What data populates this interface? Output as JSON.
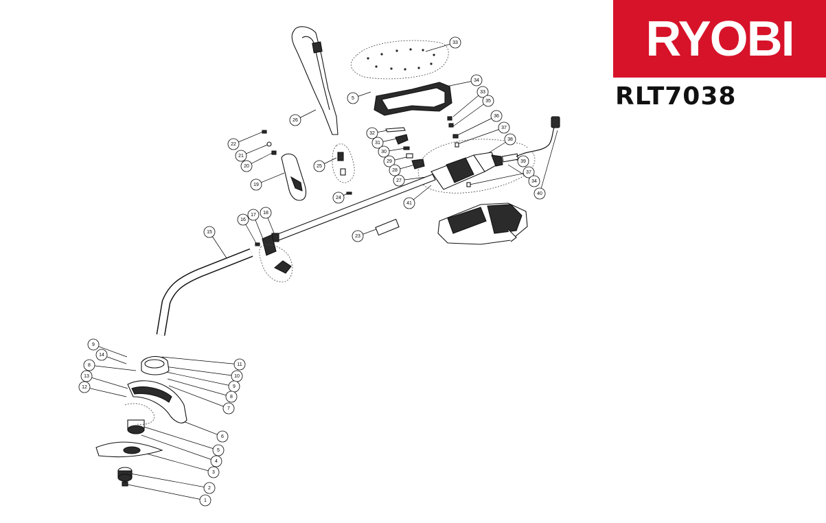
{
  "brand": {
    "name": "RYOBI",
    "color": "#d7132a"
  },
  "model": "RLT7038",
  "callouts": [
    {
      "id": "c33a",
      "label": "33"
    },
    {
      "id": "c34a",
      "label": "34"
    },
    {
      "id": "c5a",
      "label": "5"
    },
    {
      "id": "c33b",
      "label": "33"
    },
    {
      "id": "c35",
      "label": "35"
    },
    {
      "id": "c26",
      "label": "26"
    },
    {
      "id": "c36",
      "label": "36"
    },
    {
      "id": "c37a",
      "label": "37"
    },
    {
      "id": "c32",
      "label": "32"
    },
    {
      "id": "c38",
      "label": "38"
    },
    {
      "id": "c22",
      "label": "22"
    },
    {
      "id": "c31",
      "label": "31"
    },
    {
      "id": "c30",
      "label": "30"
    },
    {
      "id": "c21",
      "label": "21"
    },
    {
      "id": "c29",
      "label": "29"
    },
    {
      "id": "c39",
      "label": "39"
    },
    {
      "id": "c25",
      "label": "25"
    },
    {
      "id": "c20",
      "label": "20"
    },
    {
      "id": "c28",
      "label": "28"
    },
    {
      "id": "c37b",
      "label": "37"
    },
    {
      "id": "c27",
      "label": "27"
    },
    {
      "id": "c19",
      "label": "19"
    },
    {
      "id": "c34b",
      "label": "34"
    },
    {
      "id": "c40",
      "label": "40"
    },
    {
      "id": "c24",
      "label": "24"
    },
    {
      "id": "c41",
      "label": "41"
    },
    {
      "id": "c18",
      "label": "18"
    },
    {
      "id": "c17",
      "label": "17"
    },
    {
      "id": "c16",
      "label": "16"
    },
    {
      "id": "c15",
      "label": "15"
    },
    {
      "id": "c23",
      "label": "23"
    },
    {
      "id": "c9a",
      "label": "9"
    },
    {
      "id": "c14",
      "label": "14"
    },
    {
      "id": "c11",
      "label": "11"
    },
    {
      "id": "c8a",
      "label": "8"
    },
    {
      "id": "c10",
      "label": "10"
    },
    {
      "id": "c13",
      "label": "13"
    },
    {
      "id": "c9b",
      "label": "9"
    },
    {
      "id": "c12",
      "label": "12"
    },
    {
      "id": "c8b",
      "label": "8"
    },
    {
      "id": "c7",
      "label": "7"
    },
    {
      "id": "c6",
      "label": "6"
    },
    {
      "id": "c5b",
      "label": "5"
    },
    {
      "id": "c4",
      "label": "4"
    },
    {
      "id": "c3",
      "label": "3"
    },
    {
      "id": "c2",
      "label": "2"
    },
    {
      "id": "c1",
      "label": "1"
    }
  ]
}
